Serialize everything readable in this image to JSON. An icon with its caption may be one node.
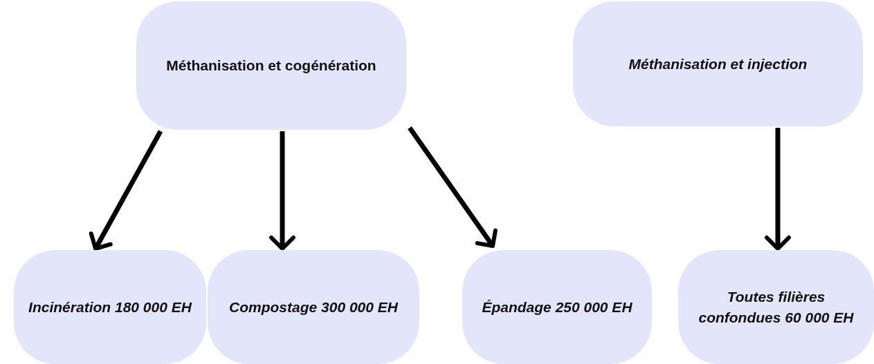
{
  "diagram": {
    "nodes": [
      {
        "text": [
          "Méthanisation et cogénération"
        ]
      },
      {
        "text": [
          "Méthanisation et injection"
        ]
      },
      {
        "text": [
          "Incinération 180 000 EH"
        ]
      },
      {
        "text": [
          "Compostage 300 000 EH"
        ]
      },
      {
        "text": [
          "Épandage 250 000 EH"
        ]
      },
      {
        "text": [
          "Toutes filières confondues 60 000 EH"
        ]
      }
    ],
    "edges": [
      {
        "from": 0,
        "to": 2,
        "arrow": "to"
      },
      {
        "from": 0,
        "to": 3,
        "arrow": "to"
      },
      {
        "from": 0,
        "to": 4,
        "arrow": "to"
      },
      {
        "from": 1,
        "to": 5,
        "arrow": "to"
      }
    ]
  }
}
